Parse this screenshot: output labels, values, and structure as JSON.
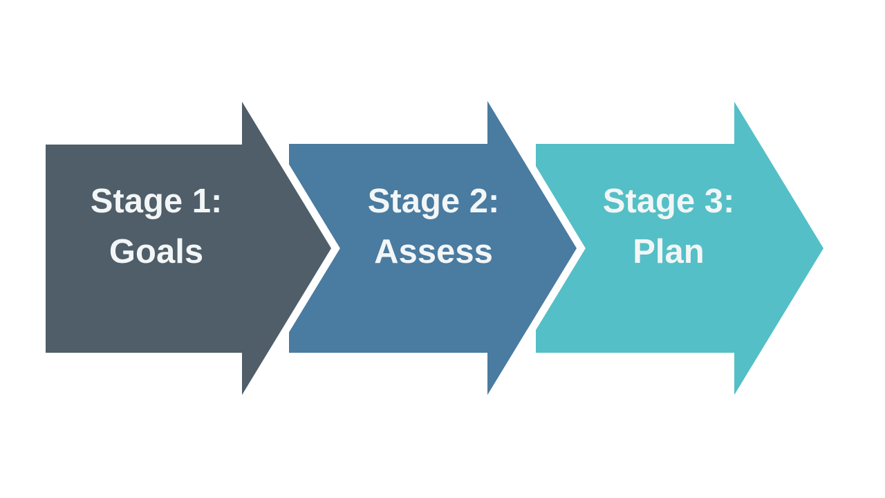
{
  "diagram": {
    "background_color": "#ffffff",
    "outline_color": "#ffffff",
    "text_color": "#f3f6f7",
    "stages": [
      {
        "name": "stage-1",
        "line1": "Stage 1:",
        "line2": "Goals",
        "color": "#4f5e69"
      },
      {
        "name": "stage-2",
        "line1": "Stage 2:",
        "line2": "Assess",
        "color": "#4a7ba0"
      },
      {
        "name": "stage-3",
        "line1": "Stage 3:",
        "line2": "Plan",
        "color": "#54bfc6"
      }
    ]
  }
}
